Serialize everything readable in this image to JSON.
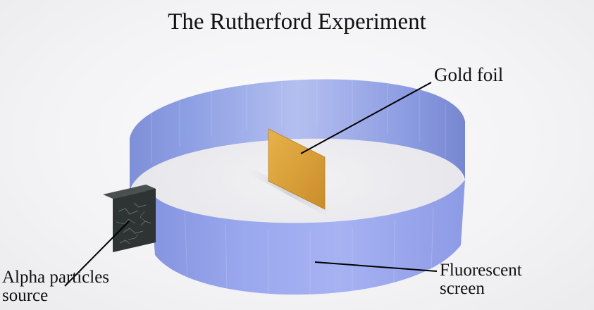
{
  "title": "The Rutherford Experiment",
  "labels": {
    "gold_foil": "Gold foil",
    "alpha_source": "Alpha particles\nsource",
    "fluorescent_screen": "Fluorescent\nscreen"
  },
  "colors": {
    "screen": "#98a6ec",
    "gold_foil": "#dba43d",
    "source": "#2e3334",
    "leader_line": "#000000"
  }
}
